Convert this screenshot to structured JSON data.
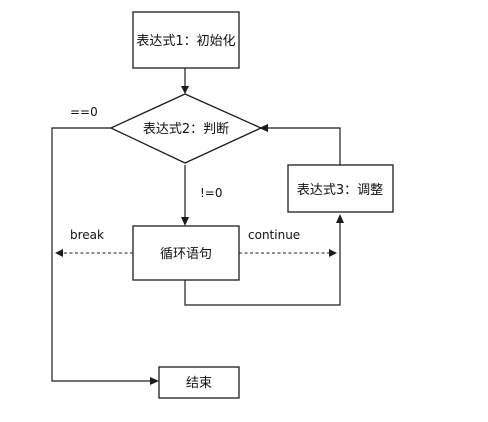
{
  "nodes": {
    "init": "表达式1：初始化",
    "condition": "表达式2：判断",
    "update": "表达式3：调整",
    "loop_body": "循环语句",
    "end": "结束"
  },
  "edges": {
    "false_branch": "==0",
    "true_branch": "!=0",
    "break": "break",
    "continue": "continue"
  }
}
